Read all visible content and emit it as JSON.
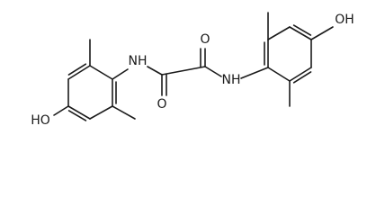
{
  "molecule": {
    "atom_labels": [
      {
        "id": "o-carbonyl-left",
        "text": "O"
      },
      {
        "id": "o-carbonyl-right",
        "text": "O"
      },
      {
        "id": "nh-left",
        "text": "NH"
      },
      {
        "id": "nh-right",
        "text": "NH"
      },
      {
        "id": "oh-left",
        "text": "HO"
      },
      {
        "id": "oh-right",
        "text": "OH"
      }
    ],
    "colors": {
      "bond": "#1a1a1a",
      "label": "#1a1a1a",
      "background": "#ffffff"
    }
  }
}
